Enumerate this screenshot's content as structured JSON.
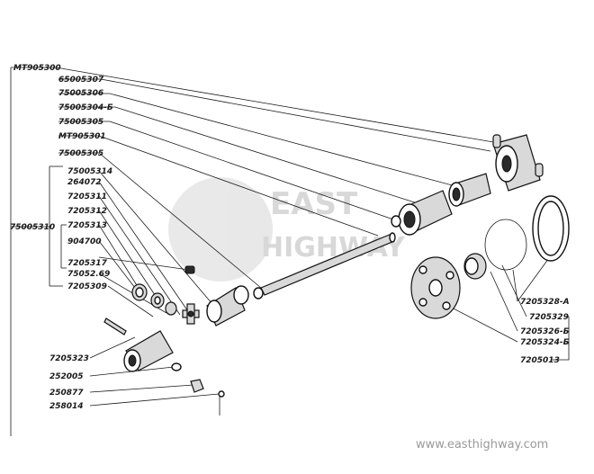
{
  "watermark": {
    "line1": "EAST",
    "line2": "HIGHWAY"
  },
  "site_url": "www.easthighway.com",
  "labels": {
    "MT905300": "MT905300",
    "65005307": "65005307",
    "75005306": "75005306",
    "75005304b": "75005304-Б",
    "75005305a": "75005305",
    "MT905301": "MT905301",
    "75005305b": "75005305",
    "75005314": "75005314",
    "264072": "264072",
    "7205311": "7205311",
    "7205312": "7205312",
    "7205313": "7205313",
    "904700": "904700",
    "7205317": "7205317",
    "75052_69": "75052.69",
    "7205309": "7205309",
    "75005310": "75005310",
    "7205323": "7205323",
    "252005": "252005",
    "250877": "250877",
    "258014": "258014",
    "7205328a": "7205328-A",
    "7205329": "7205329",
    "7205326b": "7205326-Б",
    "7205324b": "7205324-Б",
    "7205013": "7205013"
  }
}
